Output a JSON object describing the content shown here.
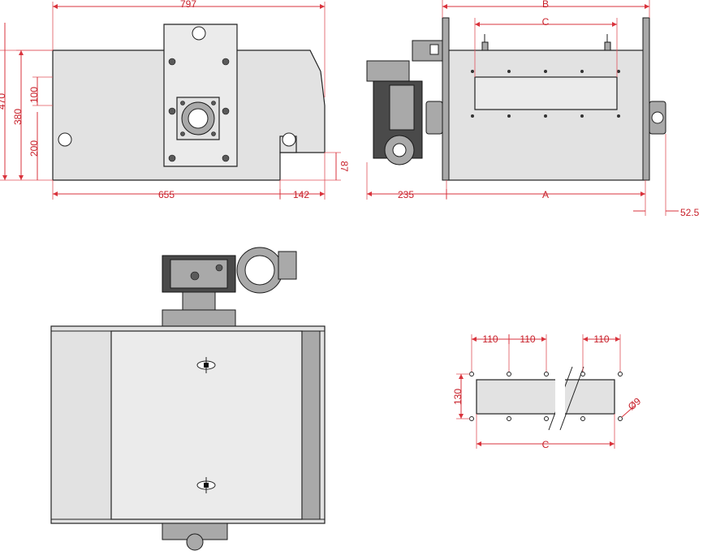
{
  "colors": {
    "dimension": "#c8202a",
    "body": "#e2e2e2",
    "outline": "#222222"
  },
  "front_view": {
    "width_total": "797",
    "height_total": "470",
    "height_380": "380",
    "height_200": "200",
    "height_100": "100",
    "height_87": "87",
    "width_655": "655",
    "width_142": "142"
  },
  "side_view": {
    "label_b": "B",
    "label_c": "C",
    "label_a": "A",
    "width_235": "235",
    "offset_52_5": "52.5"
  },
  "hole_pattern": {
    "spacing_1": "110",
    "spacing_2": "110",
    "spacing_3": "110",
    "height_130": "130",
    "hole_dia": "Ø9",
    "label_c": "C"
  }
}
